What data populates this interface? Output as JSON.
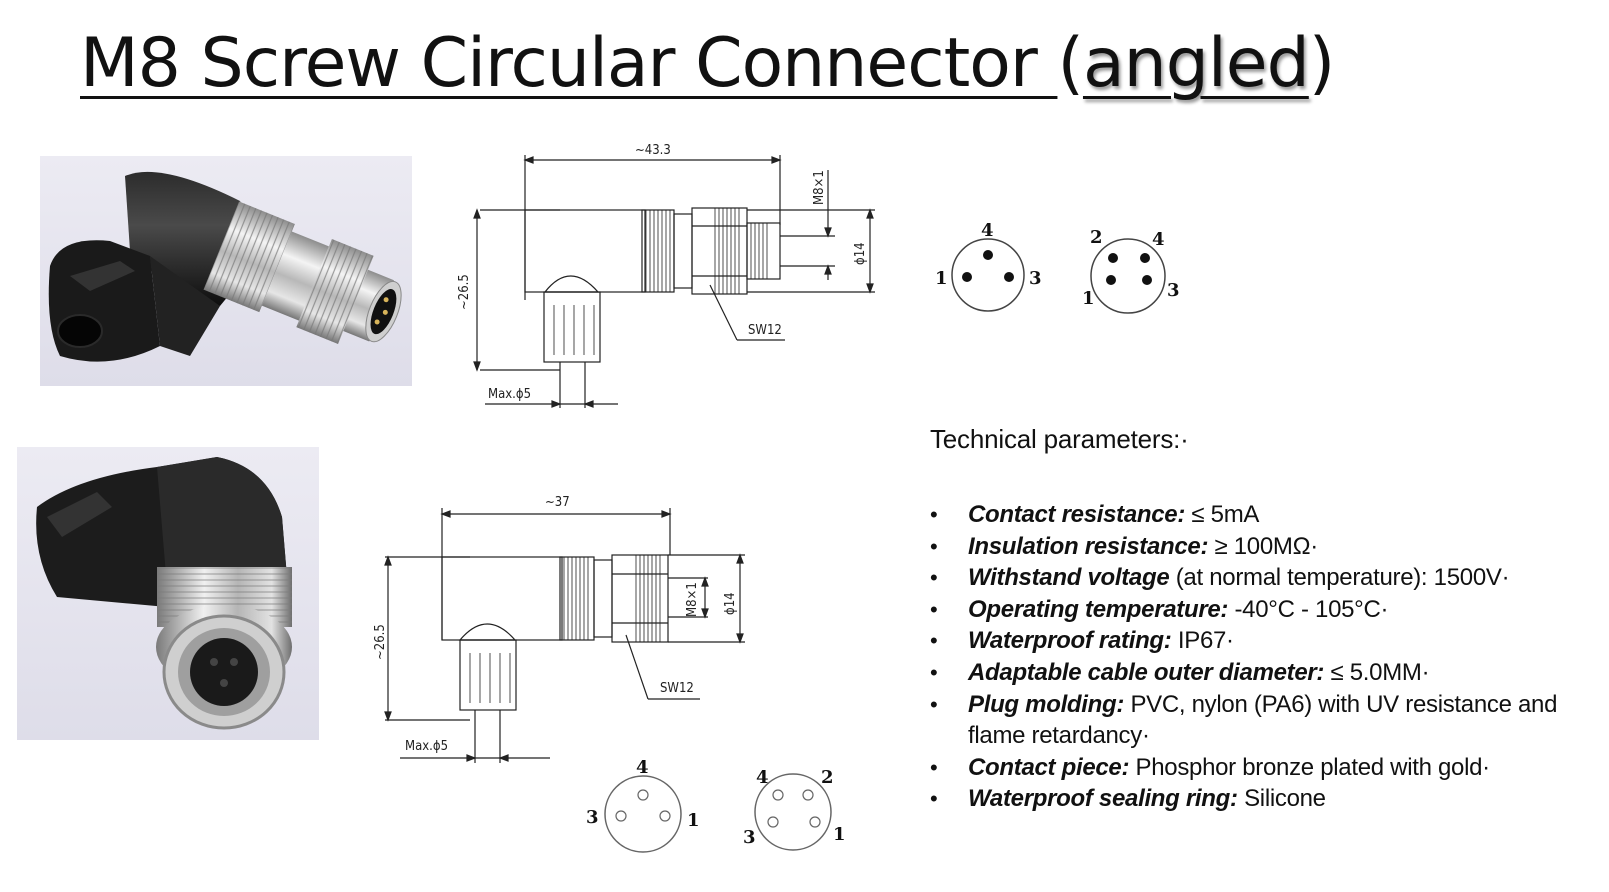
{
  "title": {
    "main": "M8 Screw Circular Connector ",
    "paren_open": "(",
    "highlight": "angled",
    "paren_close": ")"
  },
  "images": {
    "male_photo": "angled M8 male connector photo",
    "female_photo": "angled M8 female connector photo"
  },
  "drawings": {
    "male": {
      "width": "~43.3",
      "height": "~26.5",
      "thread": "M8×1",
      "diameter": "ϕ14",
      "wrench": "SW12",
      "cable": "Max.ϕ5"
    },
    "female": {
      "width": "~37",
      "height": "~26.5",
      "thread": "M8×1",
      "diameter": "ϕ14",
      "wrench": "SW12",
      "cable": "Max.ϕ5"
    }
  },
  "pinouts": {
    "male_3": [
      "4",
      "1",
      "3"
    ],
    "male_4": [
      "2",
      "4",
      "1",
      "3"
    ],
    "female_3": [
      "4",
      "3",
      "1"
    ],
    "female_4": [
      "4",
      "2",
      "3",
      "1"
    ]
  },
  "parameters": {
    "heading": "Technical parameters:·",
    "items": [
      {
        "label": "Contact resistance:",
        "value": " ≤ 5mA"
      },
      {
        "label": "Insulation resistance:",
        "value": " ≥ 100MΩ·"
      },
      {
        "label": "Withstand voltage",
        "value": " (at normal temperature): 1500V·"
      },
      {
        "label": "Operating temperature:",
        "value": " -40°C - 105°C·"
      },
      {
        "label": "Waterproof rating:",
        "value": " IP67·"
      },
      {
        "label": "Adaptable cable outer diameter:",
        "value": " ≤ 5.0MM·"
      },
      {
        "label": "Plug molding:",
        "value": " PVC, nylon (PA6) with UV resistance and flame retardancy·"
      },
      {
        "label": "Contact piece:",
        "value": " Phosphor bronze plated with gold·"
      },
      {
        "label": "Waterproof sealing ring:",
        "value": " Silicone"
      }
    ]
  }
}
